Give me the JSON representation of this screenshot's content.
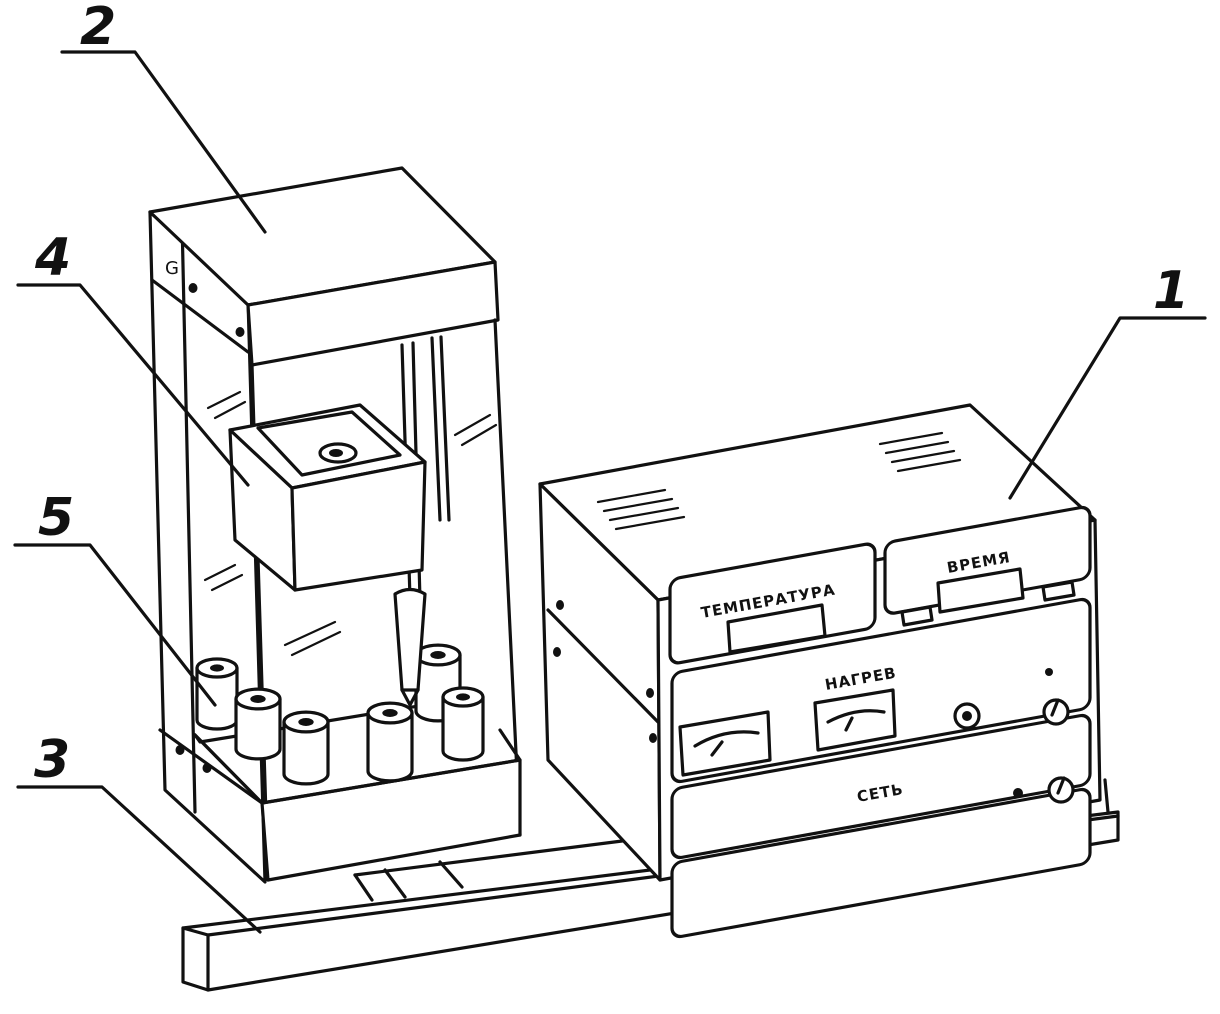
{
  "callouts": [
    {
      "number": "1"
    },
    {
      "number": "2"
    },
    {
      "number": "3"
    },
    {
      "number": "4"
    },
    {
      "number": "5"
    }
  ],
  "control_unit": {
    "temperature_label": "ТЕМПЕРАТУРА",
    "time_label": "ВРЕМЯ",
    "heating_label": "НАГРЕВ",
    "power_label": "СЕТЬ"
  }
}
